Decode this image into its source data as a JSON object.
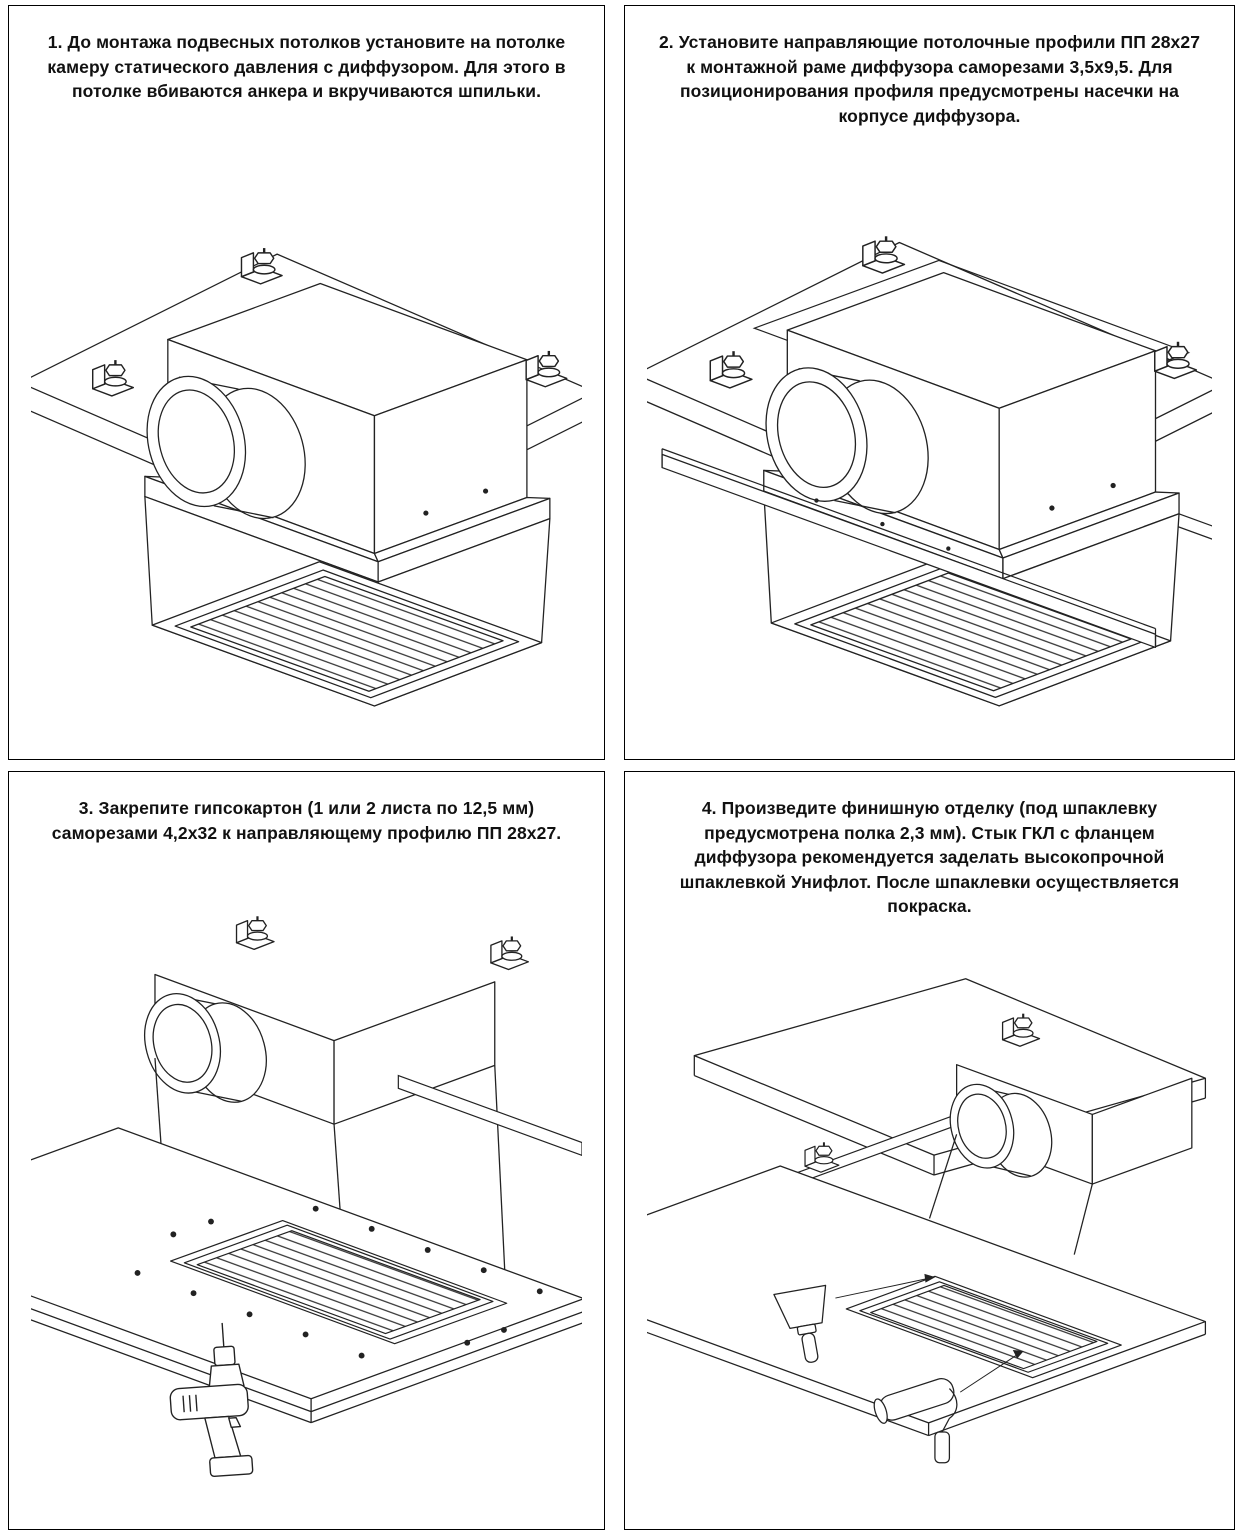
{
  "document": {
    "language": "ru",
    "background": "#ffffff",
    "line_color": "#222222",
    "text_color": "#111111",
    "border_color": "#000000"
  },
  "panels": [
    {
      "step": "1",
      "caption": "1. До монтажа подвесных потолков установите на потолке камеру статического давления с диффузором. Для этого в потолке вбиваются анкера и вкручиваются шпильки.",
      "illustration": "plenum-camera-with-diffuser-fixed-to-ceiling"
    },
    {
      "step": "2",
      "caption": "2. Установите направляющие потолочные профили ПП 28х27 к монтажной раме диффузора саморезами 3,5х9,5. Для позиционирования профиля предусмотрены насечки на корпусе диффузора.",
      "illustration": "ceiling-guide-profiles-attached-to-diffuser-frame"
    },
    {
      "step": "3",
      "caption": "3. Закрепите гипсокартон (1 или 2 листа по 12,5 мм) саморезами 4,2х32 к направляющему профилю ПП 28х27.",
      "illustration": "drywall-screwed-to-guide-profile-with-screwdriver"
    },
    {
      "step": "4",
      "caption": "4. Произведите финишную отделку (под шпаклевку предусмотрена полка 2,3 мм). Стык ГКЛ с фланцем диффузора рекомендуется заделать высокопрочной шпаклевкой Унифлот. После шпаклевки осуществляется покраска.",
      "illustration": "finishing-with-putty-knife-and-paint-roller"
    }
  ]
}
